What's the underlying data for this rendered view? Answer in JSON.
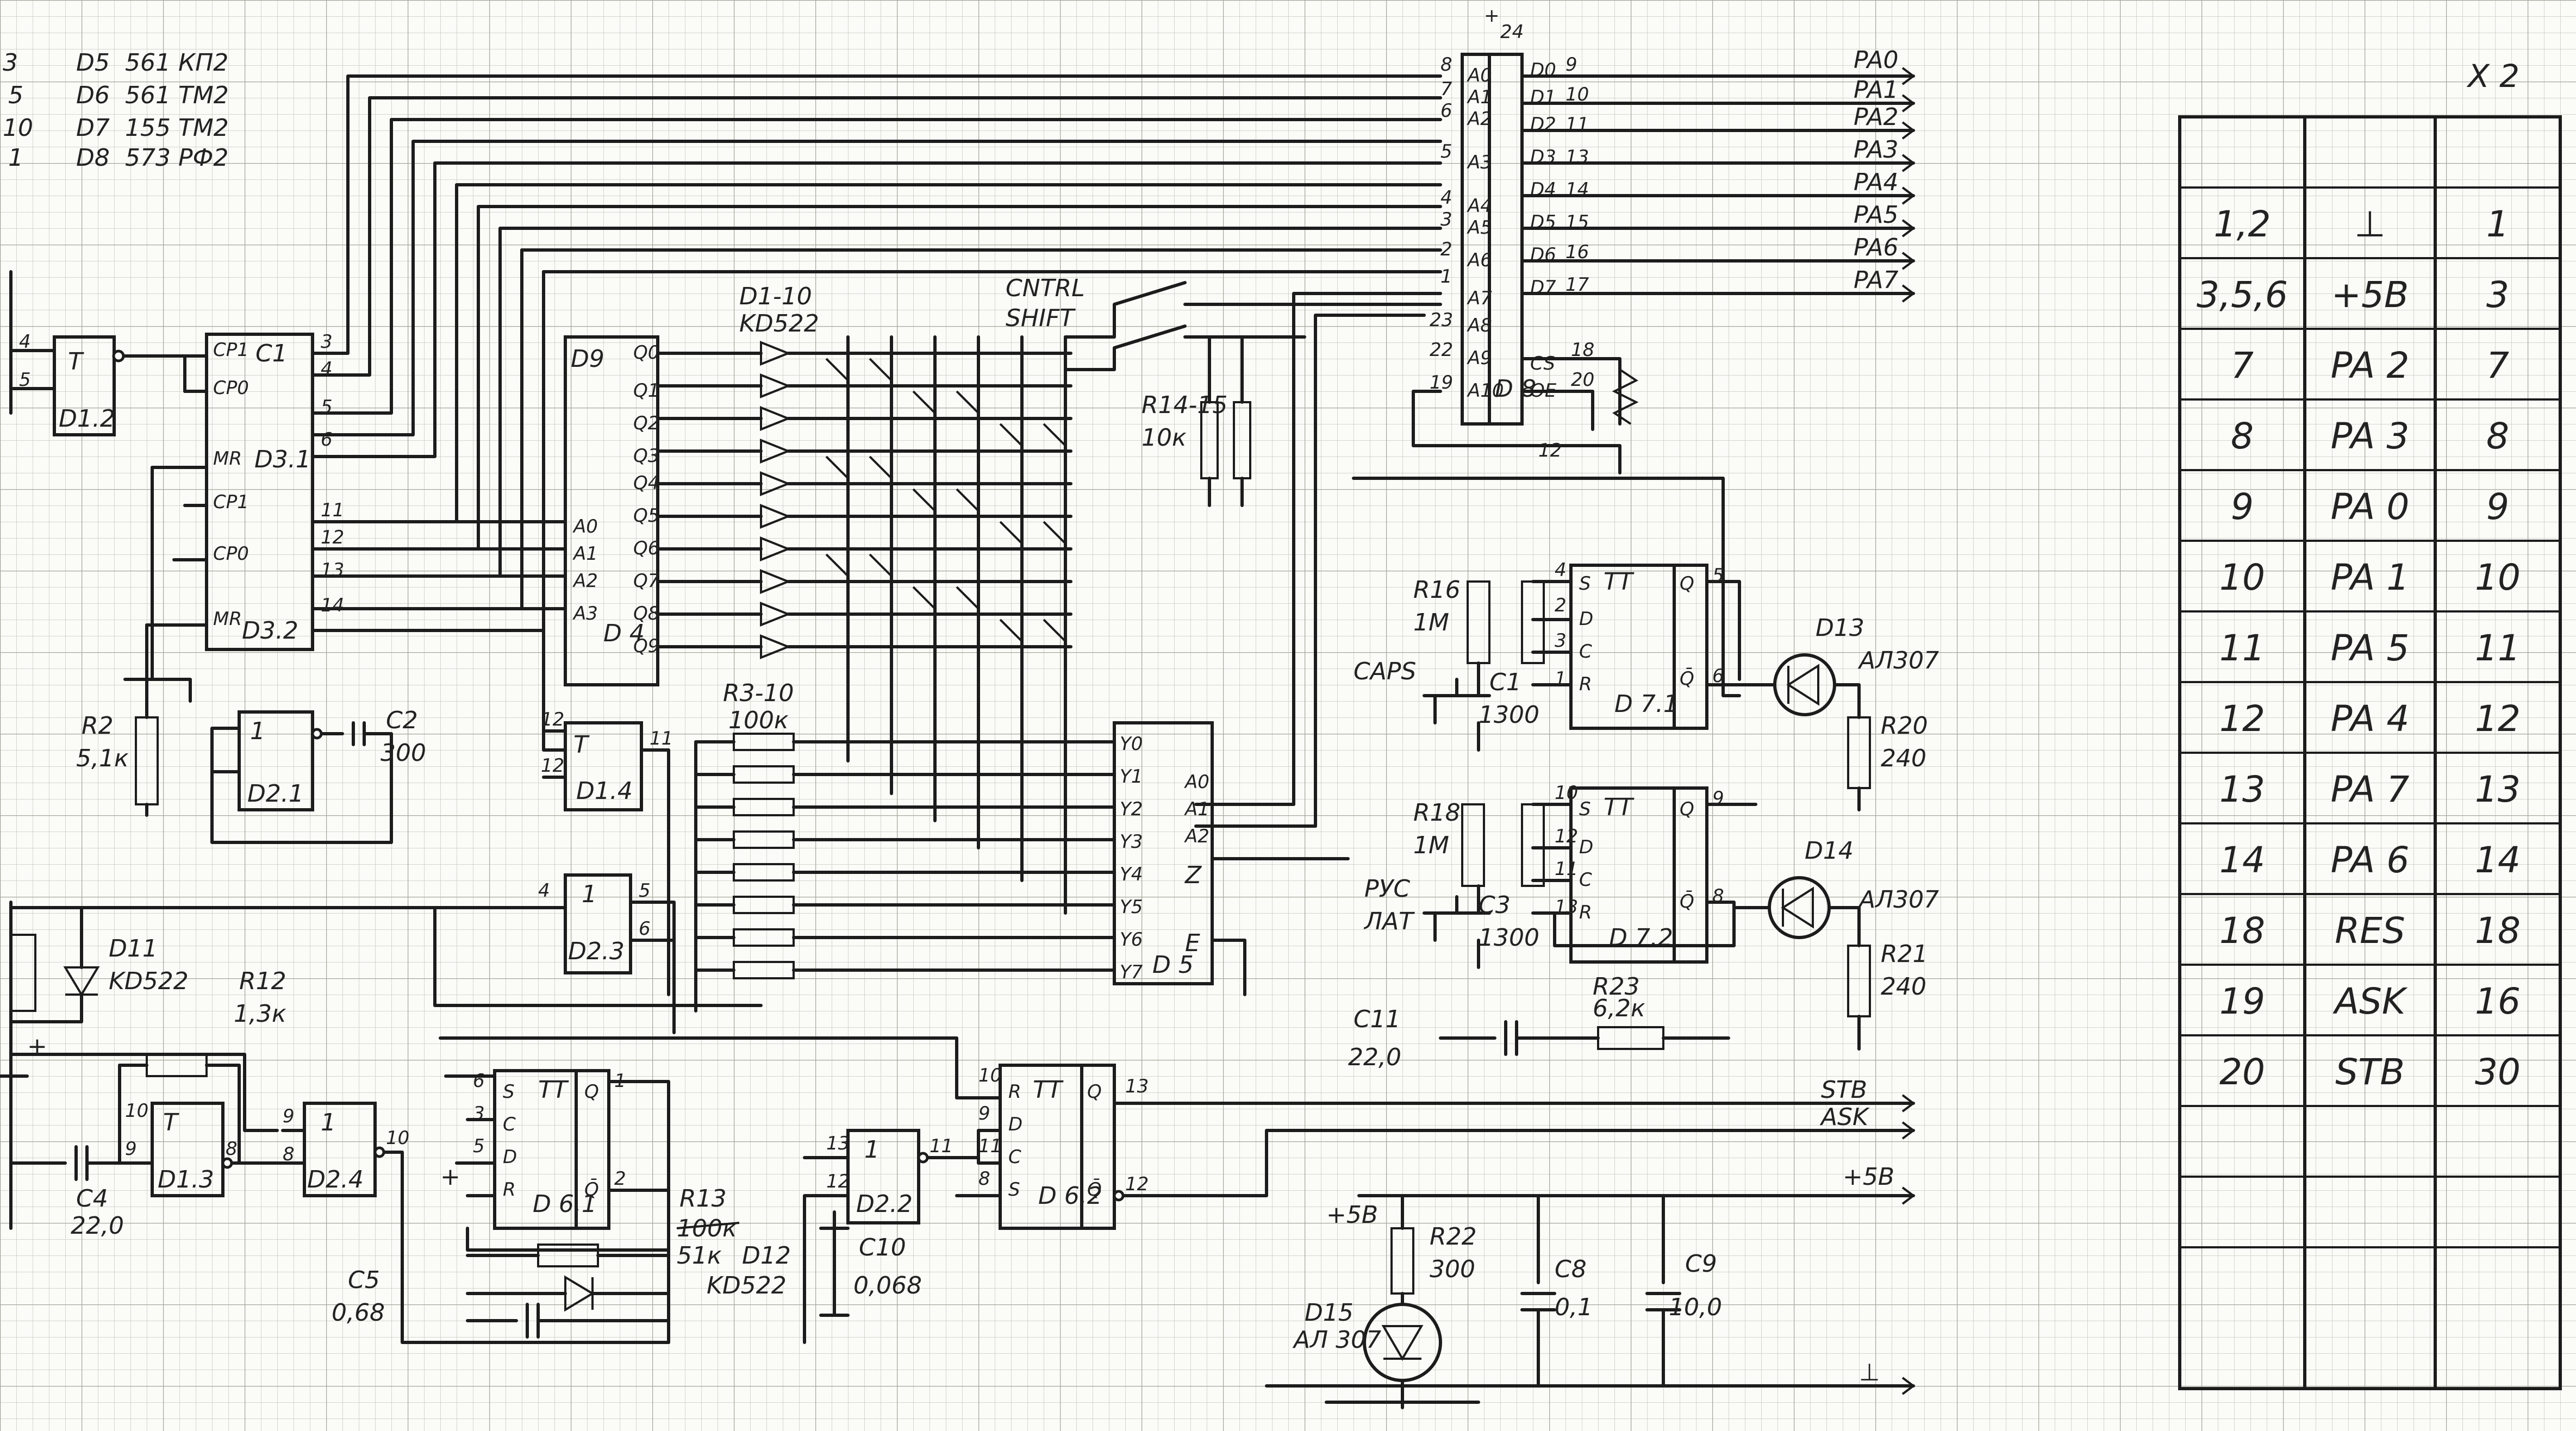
{
  "parts_list": [
    {
      "ref": "3",
      "chip": "D5",
      "part": "561 КП2"
    },
    {
      "ref": "5",
      "chip": "D6",
      "part": "561 ТМ2"
    },
    {
      "ref": "10",
      "chip": "D7",
      "part": "155 ТМ2"
    },
    {
      "ref": "1",
      "chip": "D8",
      "part": "573 РФ2"
    }
  ],
  "chips": {
    "d1_2": "D1.2",
    "d3_1": "D3.1",
    "d3_2": "D3.2",
    "d9": "D9",
    "d4": "D 4",
    "d2_1": "D2.1",
    "d1_4": "D1.4",
    "d2_3": "D2.3",
    "d1_3": "D1.3",
    "d2_4": "D2.4",
    "d6_1": "D 6.1",
    "d2_2": "D2.2",
    "d6_2": "D 6.2",
    "d5": "D 5",
    "d8": "D 8",
    "d7_1": "D 7.1",
    "d7_2": "D 7.2"
  },
  "components": {
    "r2": "R2",
    "r2_val": "5,1к",
    "c2": "C2",
    "c2_val": "300",
    "d1_10": "D1-10",
    "d1_10_part": "KD522",
    "r3_10": "R3-10",
    "r3_10_val": "100к",
    "cntrl": "CNTRL",
    "shift": "SHIFT",
    "r14_15": "R14-15",
    "r14_15_val": "10к",
    "r16": "R16",
    "r16_val": "1М",
    "r18": "R18",
    "r18_val": "1М",
    "caps": "CAPS",
    "rus_lat_1": "РУС",
    "rus_lat_2": "ЛАТ",
    "d13": "D13",
    "d13_part": "АЛ307",
    "d14": "D14",
    "d14_part": "АЛ307",
    "r20": "R20",
    "r20_val": "240",
    "r21": "R21",
    "r21_val": "240",
    "r23": "R23",
    "r23_val": "6,2к",
    "c11": "C11",
    "c11_val": "22,0",
    "d11": "D11",
    "d11_part": "KD522",
    "r12": "R12",
    "r12_val": "1,3к",
    "c4": "C4",
    "c4_val": "22,0",
    "c5": "C5",
    "c5_val": "0,68",
    "r13": "R13",
    "r13_val_old": "100к",
    "r13_val": "51к",
    "d12": "D12",
    "d12_part": "KD522",
    "c10": "C10",
    "c10_val": "0,068",
    "r22": "R22",
    "r22_val": "300",
    "d15": "D15",
    "d15_part": "АЛ 307",
    "c8": "C8",
    "c8_val": "0,1",
    "c9": "C9",
    "c9_val": "10,0",
    "plus5v": "+5В",
    "c1": "C1",
    "c3": "C3",
    "c_val": "1300",
    "gnd": "⊥"
  },
  "buses": {
    "pa": [
      "PA0",
      "PA1",
      "PA2",
      "PA3",
      "PA4",
      "PA5",
      "PA6",
      "PA7"
    ],
    "stb": "STB",
    "ask": "ASK",
    "v5": "+5В"
  },
  "connector": {
    "title": "X 2",
    "rows": [
      {
        "pin": "1,2",
        "signal": "⊥",
        "num": "1"
      },
      {
        "pin": "3,5,6",
        "signal": "+5В",
        "num": "3"
      },
      {
        "pin": "7",
        "signal": "PA 2",
        "num": "7"
      },
      {
        "pin": "8",
        "signal": "PA 3",
        "num": "8"
      },
      {
        "pin": "9",
        "signal": "PA 0",
        "num": "9"
      },
      {
        "pin": "10",
        "signal": "PA 1",
        "num": "10"
      },
      {
        "pin": "11",
        "signal": "PA 5",
        "num": "11"
      },
      {
        "pin": "12",
        "signal": "PA 4",
        "num": "12"
      },
      {
        "pin": "13",
        "signal": "PA 7",
        "num": "13"
      },
      {
        "pin": "14",
        "signal": "PA 6",
        "num": "14"
      },
      {
        "pin": "18",
        "signal": "RES",
        "num": "18"
      },
      {
        "pin": "19",
        "signal": "ASK",
        "num": "16"
      },
      {
        "pin": "20",
        "signal": "STB",
        "num": "30"
      },
      {
        "pin": "",
        "signal": "",
        "num": ""
      },
      {
        "pin": "",
        "signal": "",
        "num": ""
      },
      {
        "pin": "",
        "signal": "",
        "num": ""
      },
      {
        "pin": "",
        "signal": "",
        "num": ""
      }
    ]
  }
}
